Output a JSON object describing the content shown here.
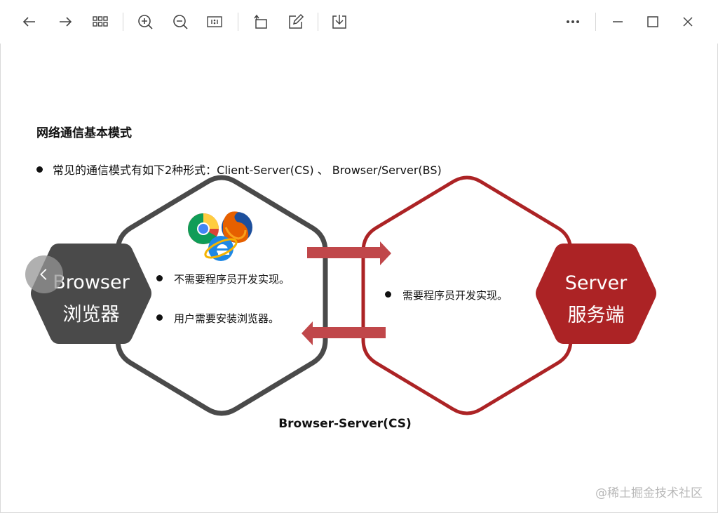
{
  "toolbar": {
    "icons": [
      "arrow-left-icon",
      "arrow-right-icon",
      "grid-icon",
      "zoom-in-icon",
      "zoom-out-icon",
      "actual-size-icon",
      "rotate-icon",
      "edit-icon",
      "download-icon",
      "more-icon",
      "minimize-icon",
      "maximize-icon",
      "close-icon"
    ]
  },
  "slide": {
    "heading": "网络通信基本模式",
    "bullet": "常见的通信模式有如下2种形式：Client-Server(CS) 、 Browser/Server(BS)",
    "browser_label_en": "Browser",
    "browser_label_zh": "浏览器",
    "server_label_en": "Server",
    "server_label_zh": "服务端",
    "left_points": [
      "不需要程序员开发实现。",
      "用户需要安装浏览器。"
    ],
    "right_points": [
      "需要程序员开发实现。"
    ],
    "caption": "Browser-Server(CS)"
  },
  "colors": {
    "dark_hex": "#4a4a4a",
    "red_hex": "#ac2325",
    "arrow": "#c0474a"
  },
  "watermark": "@稀土掘金技术社区"
}
